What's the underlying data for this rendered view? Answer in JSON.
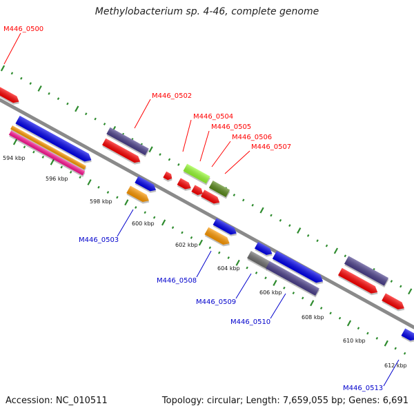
{
  "title": "Methylobacterium sp. 4-46, complete genome",
  "footer": {
    "accession": "Accession: NC_010511",
    "summary": "Topology: circular; Length: 7,659,055 bp; Genes: 6,691"
  },
  "colors": {
    "backbone": "#8a8a8a",
    "ticks": "#2e8b2e",
    "label_top": "#ff0000",
    "label_bottom": "#0000cc"
  },
  "kbp_labels": [
    "594 kbp",
    "596 kbp",
    "598 kbp",
    "600 kbp",
    "602 kbp",
    "604 kbp",
    "606 kbp",
    "608 kbp",
    "610 kbp",
    "612 kbp"
  ],
  "gene_labels_top": [
    "M446_0500",
    "M446_0502",
    "M446_0504",
    "M446_0505",
    "M446_0506",
    "M446_0507"
  ],
  "gene_labels_bottom": [
    "M446_0503",
    "M446_0508",
    "M446_0509",
    "M446_0510",
    "M446_0513"
  ],
  "feature_colors": {
    "red": "#ff0000",
    "blue": "#0000ee",
    "purple": "#4b3f8c",
    "orange": "#ff9900",
    "magenta": "#ff1493",
    "lime": "#99ff33",
    "olive": "#5a8a1a",
    "gray": "#707070"
  }
}
